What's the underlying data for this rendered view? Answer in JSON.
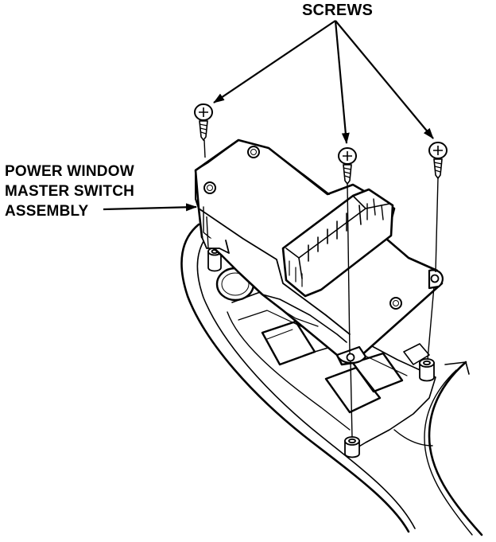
{
  "labels": {
    "screws": "SCREWS",
    "assembly_lines": [
      "POWER WINDOW",
      "MASTER SWITCH",
      "ASSEMBLY"
    ]
  },
  "colors": {
    "ink": "#000000",
    "paper": "#ffffff"
  },
  "diagram": {
    "parts": [
      "screw",
      "screw",
      "screw",
      "power-window-master-switch-assembly",
      "door-armrest-panel"
    ],
    "screw_count": 3
  }
}
